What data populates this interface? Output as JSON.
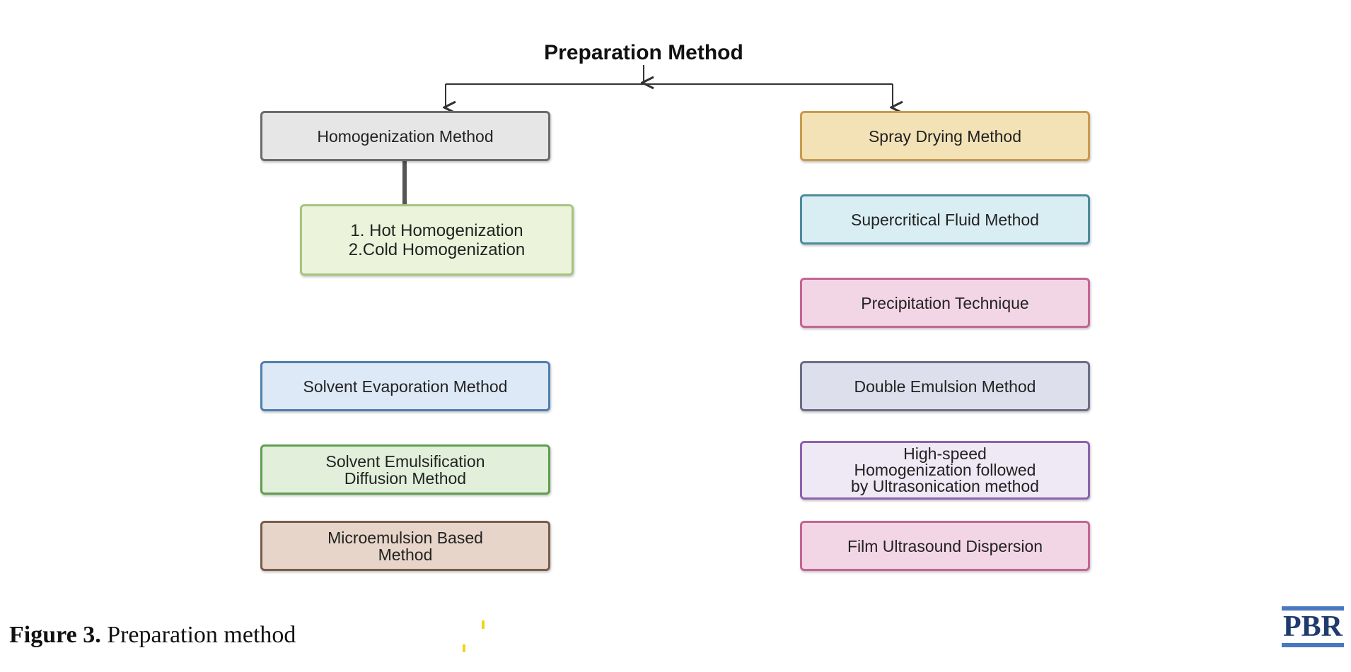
{
  "title": "Preparation Method",
  "nodes": {
    "homogenization": {
      "label": "Homogenization Method",
      "fill": "#e6e6e6",
      "border": "#6b6b6b"
    },
    "hot_cold": {
      "label": "1. Hot Homogenization\n2.Cold Homogenization",
      "fill": "#ebf3da",
      "border": "#a7c47f"
    },
    "solvent_evaporation": {
      "label": "Solvent Evaporation Method",
      "fill": "#dde9f6",
      "border": "#4f7fae"
    },
    "solvent_emulsification": {
      "label": "Solvent Emulsification\nDiffusion Method",
      "fill": "#e1efdb",
      "border": "#5e9e4e"
    },
    "microemulsion": {
      "label": "Microemulsion Based\nMethod",
      "fill": "#e6d5c8",
      "border": "#7a5c4c"
    },
    "spray_drying": {
      "label": "Spray Drying Method",
      "fill": "#f2e2b6",
      "border": "#c99a4f"
    },
    "supercritical": {
      "label": "Supercritical Fluid Method",
      "fill": "#d9eef3",
      "border": "#4d8a9c"
    },
    "precipitation": {
      "label": "Precipitation Technique",
      "fill": "#f3d6e6",
      "border": "#c56495"
    },
    "double_emulsion": {
      "label": "Double Emulsion Method",
      "fill": "#dde0ec",
      "border": "#6b6e86"
    },
    "high_speed": {
      "label": "High-speed\nHomogenization followed\nby Ultrasonication method",
      "fill": "#efe8f5",
      "border": "#8c62ad"
    },
    "film_ultrasound": {
      "label": "Film Ultrasound Dispersion",
      "fill": "#f3d6e6",
      "border": "#c56495"
    }
  },
  "caption": {
    "prefix": "Figure 3.",
    "text": " Preparation method"
  },
  "logo": "PBR"
}
